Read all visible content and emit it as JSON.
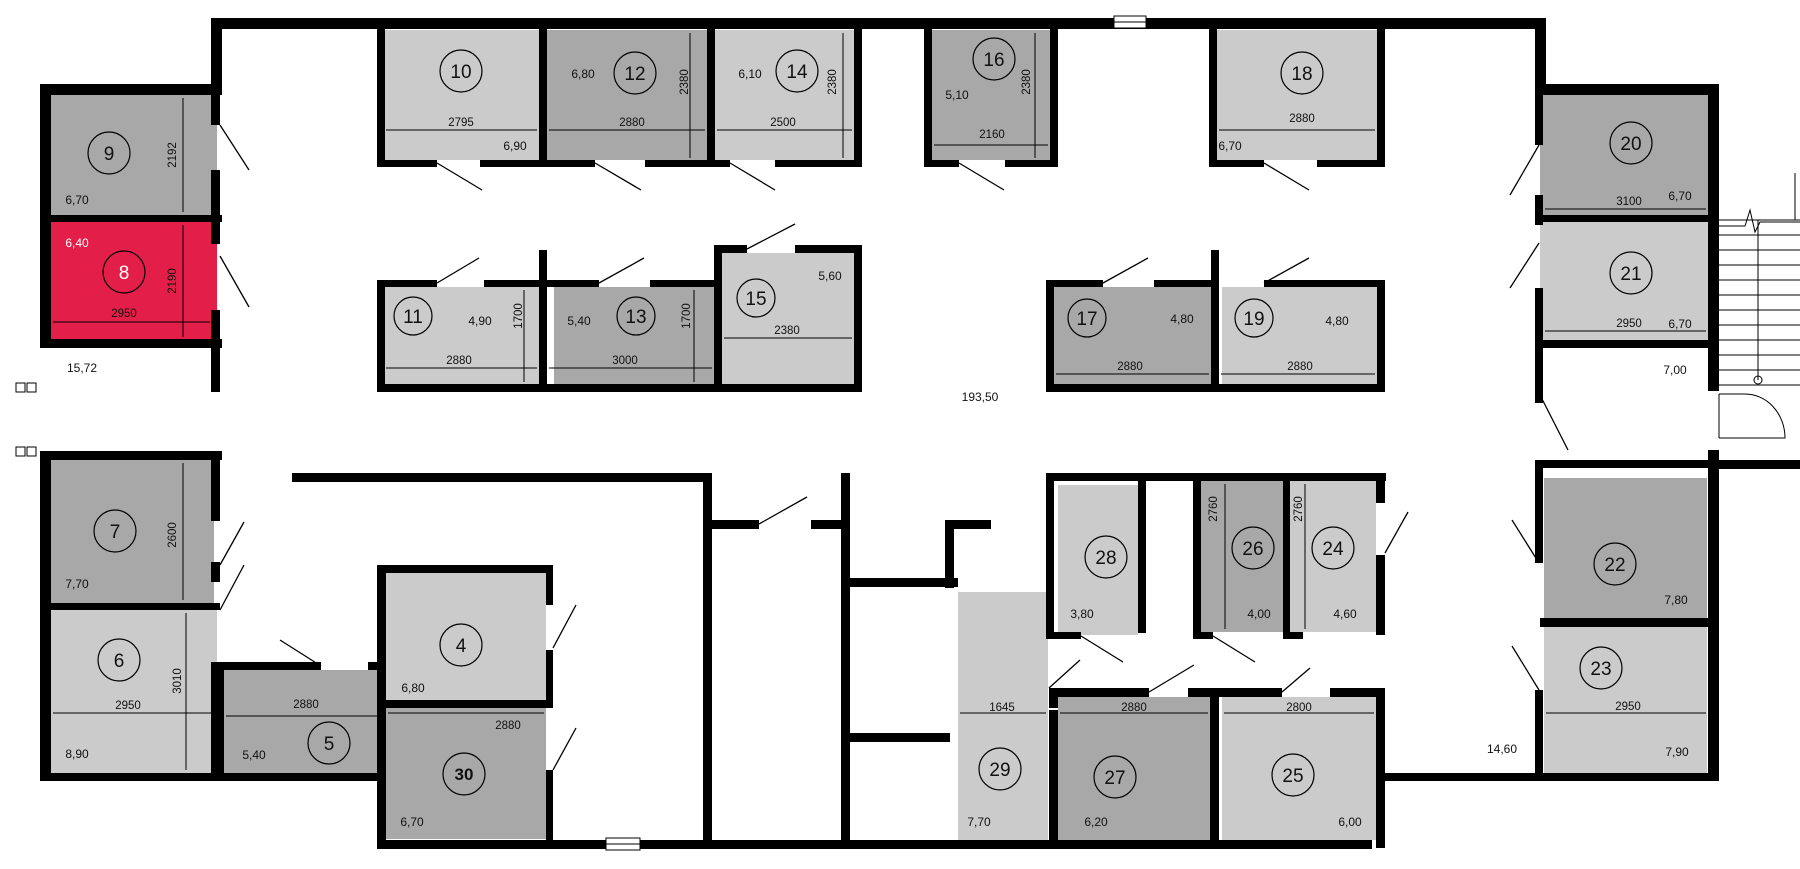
{
  "colors": {
    "wall": "#000000",
    "room_light": "#cbcbcb",
    "room_dark": "#a8a8a8",
    "room_highlight": "#e31e48",
    "background": "#ffffff"
  },
  "highlighted_unit": "8",
  "units": [
    {
      "id": "10",
      "area": "6,90",
      "width": "2795"
    },
    {
      "id": "12",
      "area": "6,80",
      "width": "2880",
      "depth": "2380"
    },
    {
      "id": "14",
      "area": "6,10",
      "width": "2500",
      "depth": "2380"
    },
    {
      "id": "16",
      "area": "5,10",
      "width": "2160",
      "depth": "2380"
    },
    {
      "id": "18",
      "area": "6,70",
      "width": "2880"
    },
    {
      "id": "9",
      "area": "6,70",
      "depth": "2192"
    },
    {
      "id": "8",
      "area": "6,40",
      "width": "2950",
      "depth": "2190"
    },
    {
      "id": "11",
      "area": "4,90",
      "width": "2880",
      "depth": "1700"
    },
    {
      "id": "13",
      "area": "5,40",
      "width": "3000",
      "depth": "1700"
    },
    {
      "id": "15",
      "area": "5,60",
      "width": "2380"
    },
    {
      "id": "17",
      "area": "4,80",
      "width": "2880"
    },
    {
      "id": "19",
      "area": "4,80",
      "width": "2880"
    },
    {
      "id": "20",
      "area": "6,70",
      "width": "3100"
    },
    {
      "id": "21",
      "area": "6,70",
      "width": "2950"
    },
    {
      "id": "7",
      "area": "7,70",
      "depth": "2600"
    },
    {
      "id": "6",
      "area": "8,90",
      "width": "2950",
      "depth": "3010"
    },
    {
      "id": "5",
      "area": "5,40",
      "width": "2880"
    },
    {
      "id": "4",
      "area": "6,80"
    },
    {
      "id": "30",
      "area": "6,70",
      "width": "2880"
    },
    {
      "id": "28",
      "area": "3,80"
    },
    {
      "id": "26",
      "area": "4,00",
      "depth": "2760"
    },
    {
      "id": "24",
      "area": "4,60",
      "depth": "2760"
    },
    {
      "id": "29",
      "area": "7,70",
      "width": "1645"
    },
    {
      "id": "27",
      "area": "6,20",
      "width": "2880"
    },
    {
      "id": "25",
      "area": "6,00",
      "width": "2800"
    },
    {
      "id": "22",
      "area": "7,80"
    },
    {
      "id": "23",
      "area": "7,90",
      "width": "2950"
    }
  ],
  "corridor_areas": {
    "main": "193,50",
    "left_hall": "15,72",
    "stair_landing": "7,00",
    "right_hall": "14,60"
  }
}
